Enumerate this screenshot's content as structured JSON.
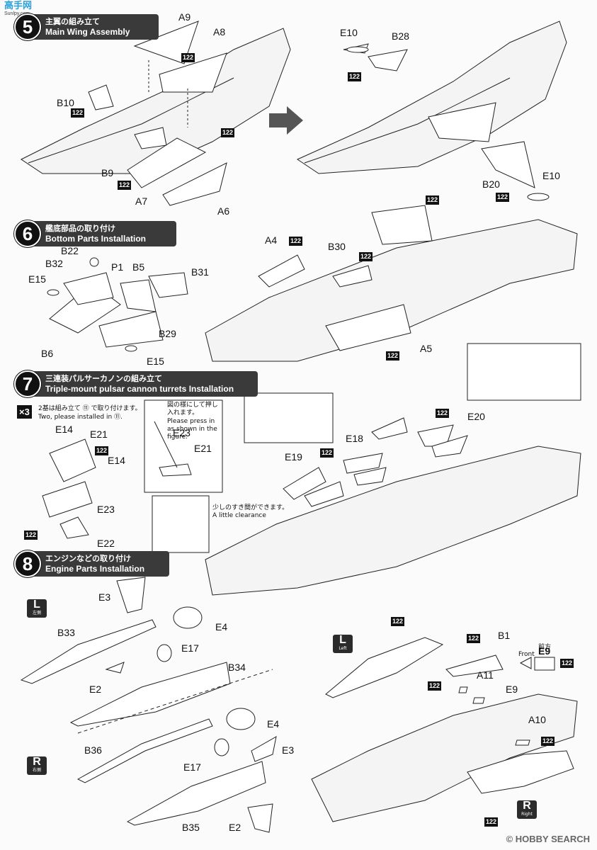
{
  "watermark": {
    "site_cn": "高手网",
    "site_url": "Sunlpy.com",
    "bottom_right": "© HOBBY SEARCH"
  },
  "steps": [
    {
      "number": "5",
      "title_jp": "主翼の組み立て",
      "title_en": "Main Wing Assembly"
    },
    {
      "number": "6",
      "title_jp": "艦底部品の取り付け",
      "title_en": "Bottom Parts Installation"
    },
    {
      "number": "7",
      "title_jp": "三連装パルサーカノンの組み立て",
      "title_en": "Triple-mount pulsar cannon turrets Installation"
    },
    {
      "number": "8",
      "title_jp": "エンジンなどの取り付け",
      "title_en": "Engine Parts Installation"
    }
  ],
  "glue_code": "122",
  "step5_parts": [
    "A9",
    "A8",
    "B10",
    "B9",
    "A7",
    "A6",
    "E10",
    "B28",
    "B20",
    "E10"
  ],
  "step6_parts": [
    "B22",
    "B32",
    "P1",
    "B5",
    "B31",
    "E15",
    "B29",
    "B6",
    "E15",
    "A4",
    "B30",
    "A5"
  ],
  "step7": {
    "multiplier": "×3",
    "note_jp": "2基は組み立て ⑪ で取り付けます。",
    "note_en": "Two, please installed in ⑪.",
    "press_note_jp": "図の様にして押し入れます。",
    "press_note_en": "Please press in as shown in the figure.",
    "clearance_jp": "少しのすき間ができます。",
    "clearance_en": "A little clearance",
    "parts": [
      "E14",
      "E21",
      "E14",
      "E23",
      "E22",
      "E23",
      "E21",
      "E18",
      "E19",
      "E20"
    ]
  },
  "step8": {
    "left_jp": "左側",
    "left_en": "Left",
    "left_letter": "L",
    "right_jp": "右側",
    "right_en": "Right",
    "right_letter": "R",
    "front_jp": "前方",
    "front_en": "Front",
    "parts": [
      "E3",
      "E4",
      "B33",
      "E17",
      "B34",
      "E2",
      "E4",
      "E3",
      "B36",
      "E17",
      "B35",
      "E2",
      "B1",
      "E9",
      "A11",
      "E9",
      "A10"
    ]
  }
}
